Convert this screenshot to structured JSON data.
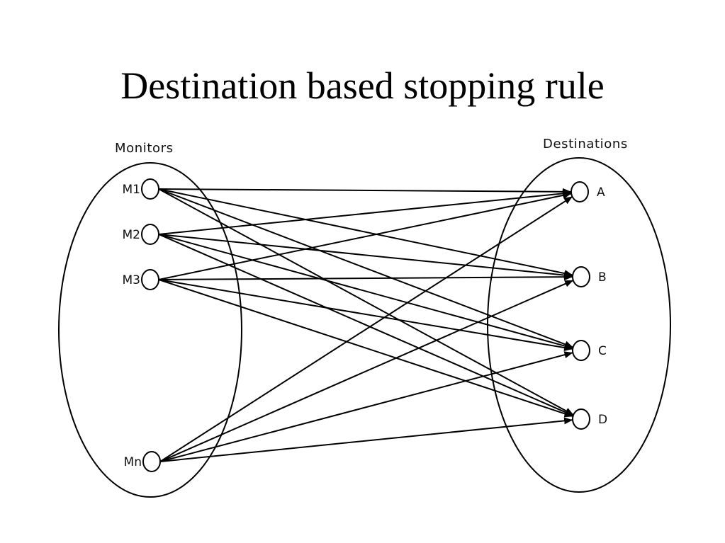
{
  "title": "Destination based stopping rule",
  "groups": {
    "monitors_label": "Monitors",
    "destinations_label": "Destinations"
  },
  "monitors": [
    {
      "id": "M1",
      "label": "M1"
    },
    {
      "id": "M2",
      "label": "M2"
    },
    {
      "id": "M3",
      "label": "M3"
    },
    {
      "id": "Mn",
      "label": "Mn"
    }
  ],
  "destinations": [
    {
      "id": "A",
      "label": "A"
    },
    {
      "id": "B",
      "label": "B"
    },
    {
      "id": "C",
      "label": "C"
    },
    {
      "id": "D",
      "label": "D"
    }
  ],
  "edges": [
    [
      "M1",
      "A"
    ],
    [
      "M1",
      "B"
    ],
    [
      "M1",
      "C"
    ],
    [
      "M1",
      "D"
    ],
    [
      "M2",
      "A"
    ],
    [
      "M2",
      "B"
    ],
    [
      "M2",
      "C"
    ],
    [
      "M2",
      "D"
    ],
    [
      "M3",
      "A"
    ],
    [
      "M3",
      "B"
    ],
    [
      "M3",
      "C"
    ],
    [
      "M3",
      "D"
    ],
    [
      "Mn",
      "A"
    ],
    [
      "Mn",
      "B"
    ],
    [
      "Mn",
      "C"
    ],
    [
      "Mn",
      "D"
    ]
  ]
}
